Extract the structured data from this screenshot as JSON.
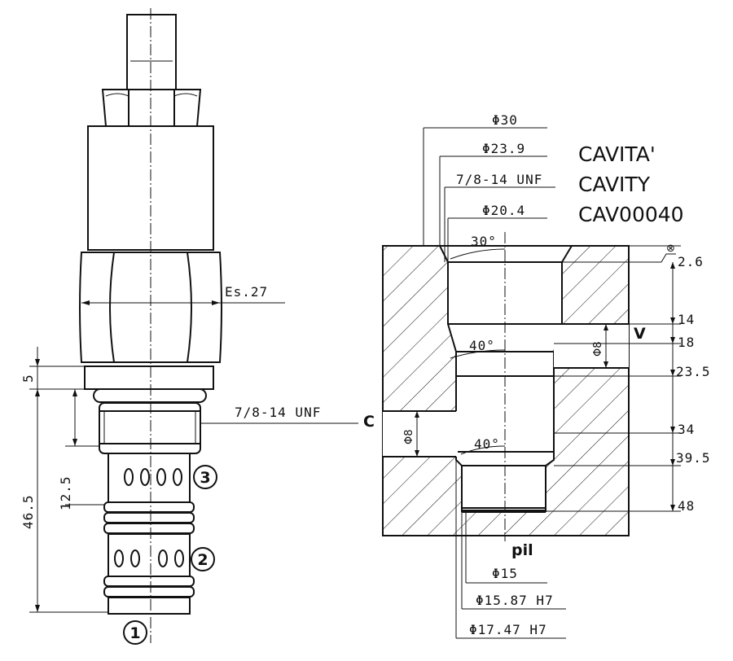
{
  "cavity_title": {
    "line1": "CAVITA'",
    "line2": "CAVITY",
    "line3": "CAV00040"
  },
  "cartridge": {
    "hex_label": "Es.27",
    "thread_label": "7/8-14 UNF",
    "dim_top": "5",
    "dim_thread": "12.5",
    "dim_total": "46.5",
    "port1": "1",
    "port2": "2",
    "port3": "3"
  },
  "cavity": {
    "dia_top": [
      "Φ30",
      "Φ23.9",
      "7/8-14 UNF",
      "Φ20.4"
    ],
    "dia_bottom": [
      "Φ15",
      "Φ15.87 H7",
      "Φ17.47 H7"
    ],
    "depths": [
      "2.6",
      "14",
      "18",
      "23.5",
      "34",
      "39.5",
      "48"
    ],
    "angle_top": "30°",
    "angle_mid": "40°",
    "angle_low": "40°",
    "port_v": "V",
    "port_c": "C",
    "port_dia_v": "Φ8",
    "port_dia_c": "Φ8",
    "pilot": "pil",
    "finish_symbol": "⊗"
  }
}
